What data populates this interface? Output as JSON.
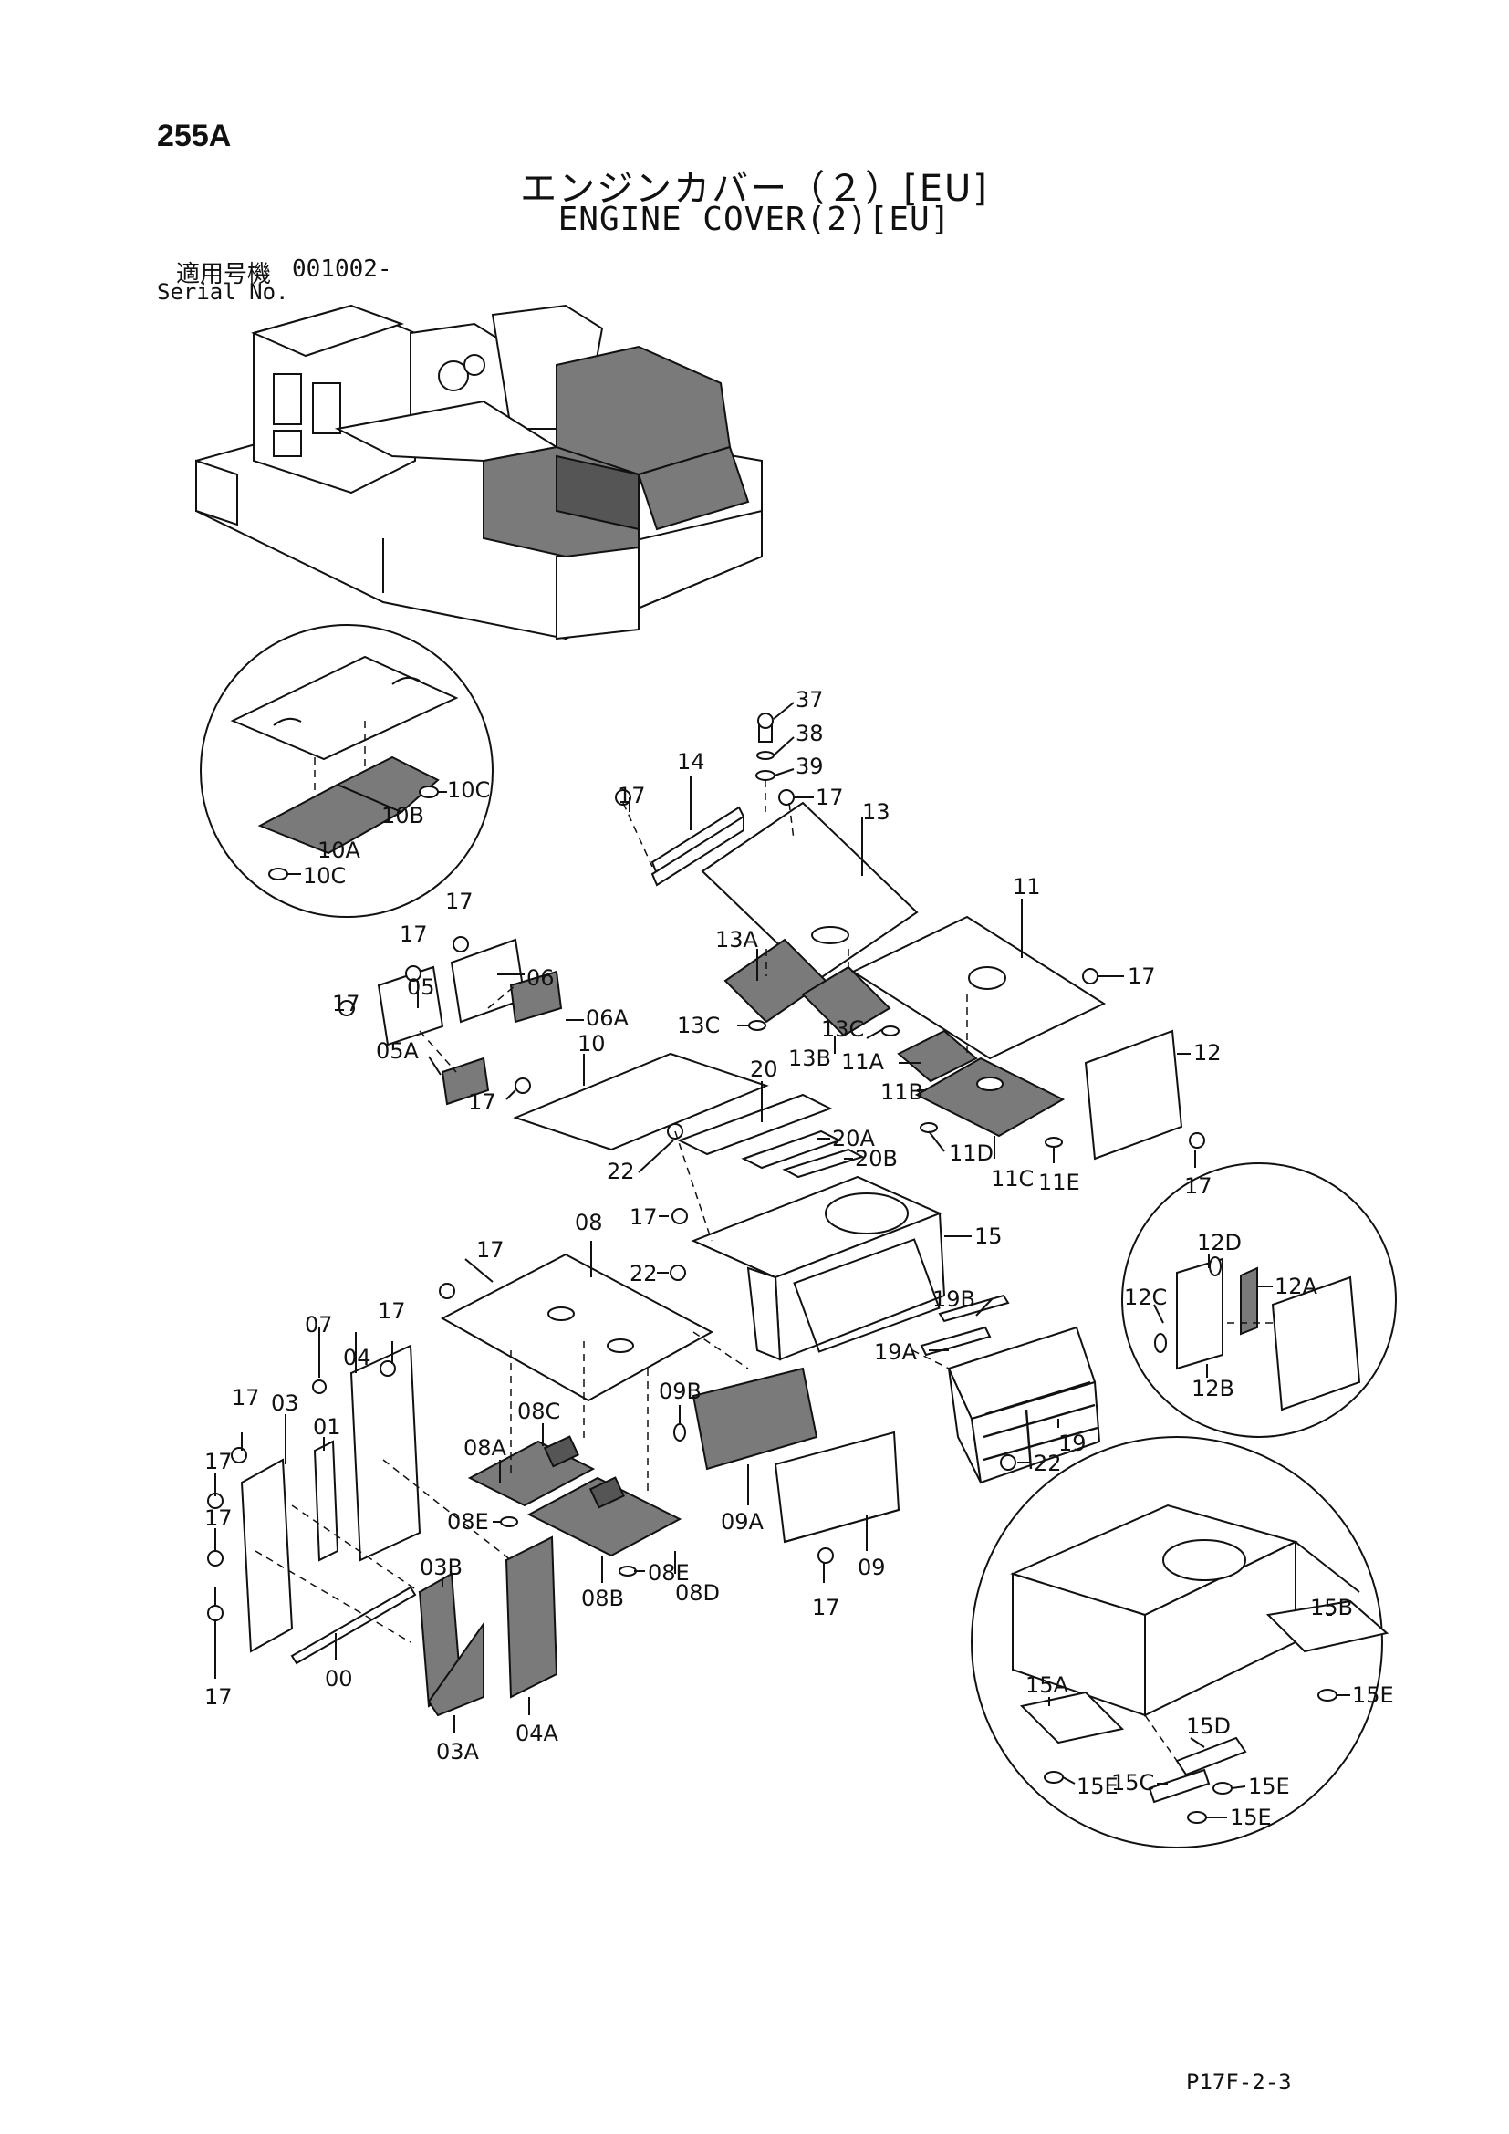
{
  "header": {
    "page_number": "255A",
    "title_jp": "エンジンカバー（２）[EU]",
    "title_en": "ENGINE COVER(2)[EU]",
    "serial_label_jp": "適用号機",
    "serial_value": "001002-",
    "serial_label_en": "Serial No."
  },
  "footer": {
    "code": "P17F-2-3"
  },
  "labels": {
    "l37": "37",
    "l38": "38",
    "l39": "39",
    "l14": "14",
    "l17a": "17",
    "l17b": "17",
    "l13": "13",
    "l10c1": "10C",
    "l10b": "10B",
    "l10a": "10A",
    "l10c2": "10C",
    "l17c": "17",
    "l17d": "17",
    "l05": "05",
    "l06": "06",
    "l17e": "17",
    "l06a": "06A",
    "l10": "10",
    "l05a": "05A",
    "l17f": "17",
    "l13a": "13A",
    "l13c1": "13C",
    "l13c2": "13C",
    "l13b": "13B",
    "l11": "11",
    "l17g": "17",
    "l12": "12",
    "l11a": "11A",
    "l11b": "11B",
    "l11d": "11D",
    "l11c": "11C",
    "l11e": "11E",
    "l17h": "17",
    "l20": "20",
    "l20a": "20A",
    "l20b": "20B",
    "l22a": "22",
    "l08": "08",
    "l17i": "17",
    "l17j": "17",
    "l22b": "22",
    "l15": "15",
    "l07": "07",
    "l04": "04",
    "l17k": "17",
    "l17l": "17",
    "l03": "03",
    "l01": "01",
    "l17m": "17",
    "l17n": "17",
    "l17o": "17",
    "l00": "00",
    "l03b": "03B",
    "l03a": "03A",
    "l04a": "04A",
    "l08c": "08C",
    "l08a": "08A",
    "l08e1": "08E",
    "l08b": "08B",
    "l08e2": "08E",
    "l08d": "08D",
    "l09b": "09B",
    "l09a": "09A",
    "l09": "09",
    "l17p": "17",
    "l19b": "19B",
    "l19a": "19A",
    "l19": "19",
    "l22c": "22",
    "l12d": "12D",
    "l12a": "12A",
    "l12c": "12C",
    "l12b": "12B",
    "l15b": "15B",
    "l15a": "15A",
    "l15e1": "15E",
    "l15d": "15D",
    "l15c": "15C",
    "l15e2": "15E",
    "l15e3": "15E",
    "l15e4": "15E"
  }
}
